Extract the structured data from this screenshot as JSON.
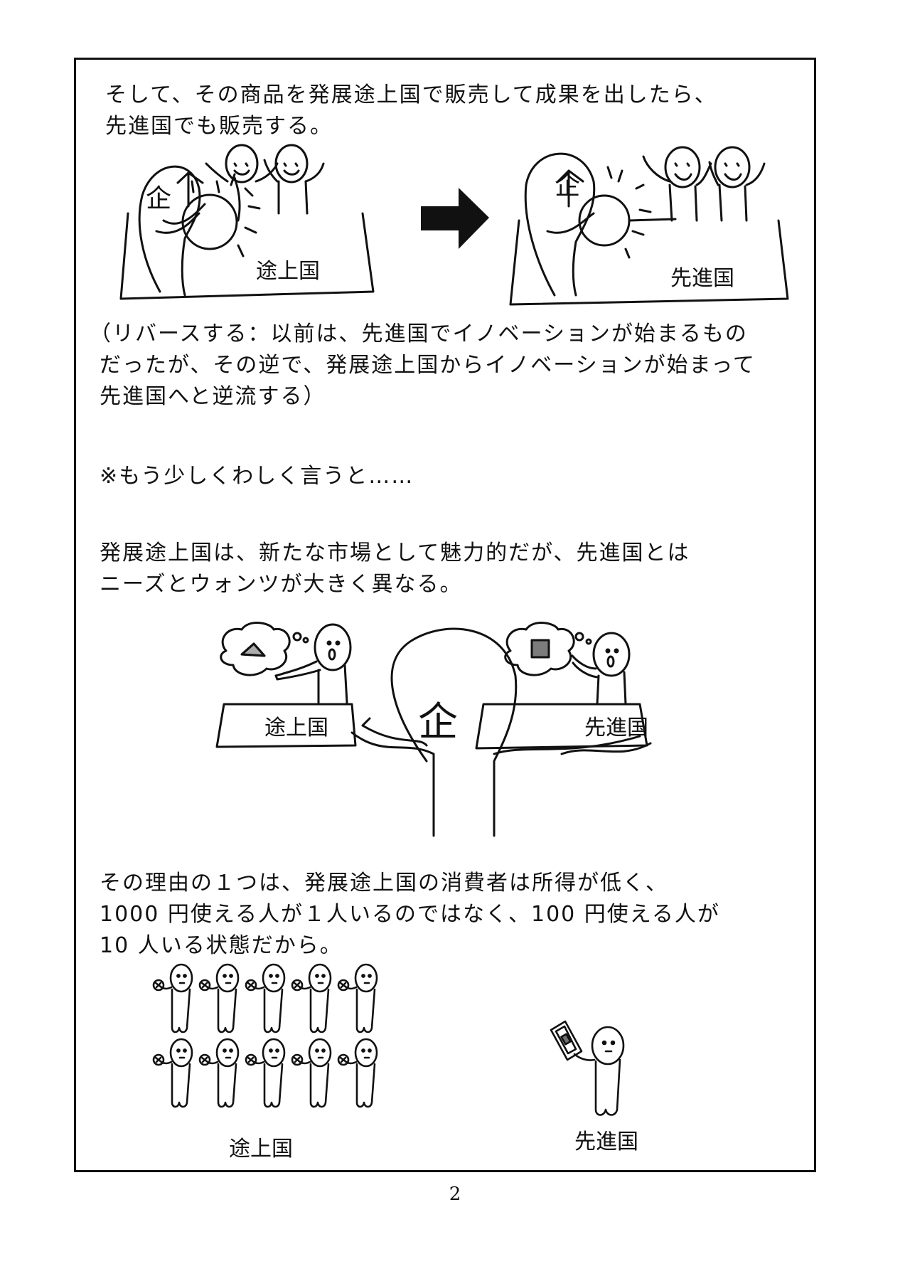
{
  "paragraphs": {
    "p1_line1": "そして、その商品を発展途上国で販売して成果を出したら、",
    "p1_line2": "先進国でも販売する。",
    "p2_line1": "（リバースする：以前は、先進国でイノベーションが始まるもの",
    "p2_line2": "だったが、その逆で、発展途上国からイノベーションが始まって",
    "p2_line3": "先進国へと逆流する）",
    "p3_line1": "※もう少しくわしく言うと……",
    "p4_line1": "発展途上国は、新たな市場として魅力的だが、先進国とは",
    "p4_line2": "ニーズとウォンツが大きく異なる。",
    "p5_line1": "その理由の１つは、発展途上国の消費者は所得が低く、",
    "p5_line2": "1000 円使える人が１人いるのではなく、100 円使える人が",
    "p5_line3": "10 人いる状態だから。"
  },
  "labels": {
    "developing": "途上国",
    "developed": "先進国",
    "company_glyph": "企"
  },
  "page_number": "2"
}
